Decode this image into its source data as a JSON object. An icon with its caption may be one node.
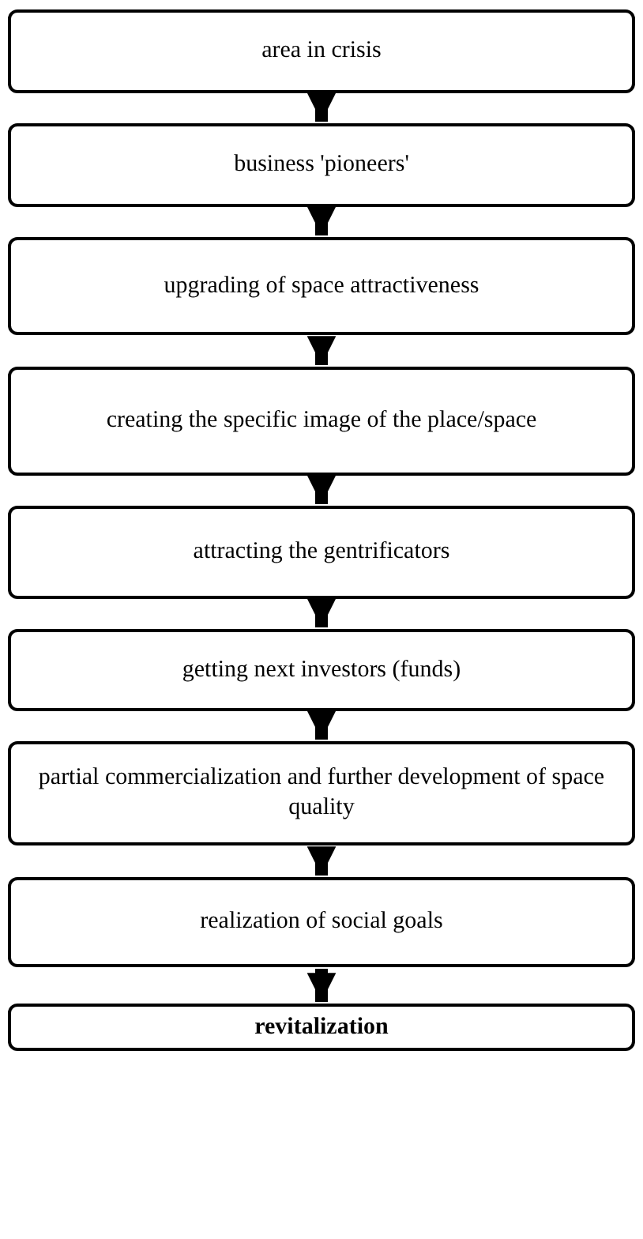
{
  "diagram": {
    "nodes": [
      {
        "text": [
          "area in crisis"
        ]
      },
      {
        "text": [
          "business 'pioneers'"
        ]
      },
      {
        "text": [
          "upgrading of space attractiveness"
        ]
      },
      {
        "text": [
          "creating the specific image of the place/space"
        ]
      },
      {
        "text": [
          "attracting the gentrificators"
        ]
      },
      {
        "text": [
          "getting next investors (funds)"
        ]
      },
      {
        "text": [
          "partial commercialization and further development of space quality"
        ]
      },
      {
        "text": [
          "realization of social goals"
        ]
      },
      {
        "text": [
          "revitalization"
        ]
      }
    ],
    "edges": [
      {
        "from": 0,
        "to": 1,
        "arrow": "to"
      },
      {
        "from": 1,
        "to": 2,
        "arrow": "to"
      },
      {
        "from": 2,
        "to": 3,
        "arrow": "to"
      },
      {
        "from": 3,
        "to": 4,
        "arrow": "to"
      },
      {
        "from": 4,
        "to": 5,
        "arrow": "to"
      },
      {
        "from": 5,
        "to": 6,
        "arrow": "to"
      },
      {
        "from": 6,
        "to": 7,
        "arrow": "to"
      },
      {
        "from": 7,
        "to": 8,
        "arrow": "to"
      }
    ]
  }
}
